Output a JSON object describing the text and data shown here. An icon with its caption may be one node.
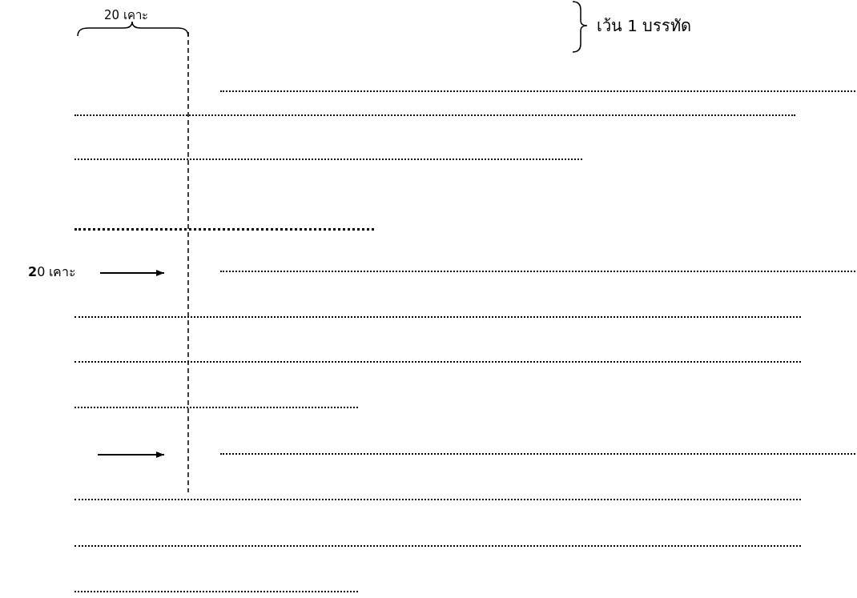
{
  "diagram": {
    "labels": [
      "20 เคาะ",
      "เว้น 1 บรรทัด",
      "**2**0 เคาะ"
    ]
  }
}
